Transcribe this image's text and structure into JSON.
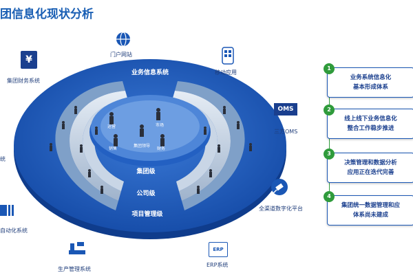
{
  "title": "团信息化现状分析",
  "center": {
    "system_label": "业务信息系统",
    "levels": [
      "集团级",
      "公司级",
      "项目管理级"
    ],
    "hub_labels": [
      "运营",
      "市场",
      "销售",
      "集团领导",
      "财务"
    ]
  },
  "systems": {
    "portal": "门户网站",
    "mobile": "移动应用",
    "oms": "三方OMS",
    "omni": "全渠道数字化平台",
    "erp": "ERP系统",
    "production": "生产管理系统",
    "automation": "自动化系统",
    "finance": "集团财务系统",
    "left_partial": "统"
  },
  "icons": {
    "oms_logo_text": "OMS",
    "erp_logo_text": "ERP",
    "finance_symbol": "¥"
  },
  "colors": {
    "title": "#1a5fb4",
    "ring_outer": "#1f56b8",
    "ring_inner": "#5b8ed6",
    "accent_green": "#2f9b3b"
  },
  "cards": [
    {
      "num": "1",
      "text": "业务系统信息化\n基本形成体系"
    },
    {
      "num": "2",
      "text": "线上线下业务信息化\n整合工作稳步推进"
    },
    {
      "num": "3",
      "text": "决策管理和数据分析\n应用正在迭代完善"
    },
    {
      "num": "4",
      "text": "集团统一数据管理和应\n体系尚未建成"
    }
  ]
}
